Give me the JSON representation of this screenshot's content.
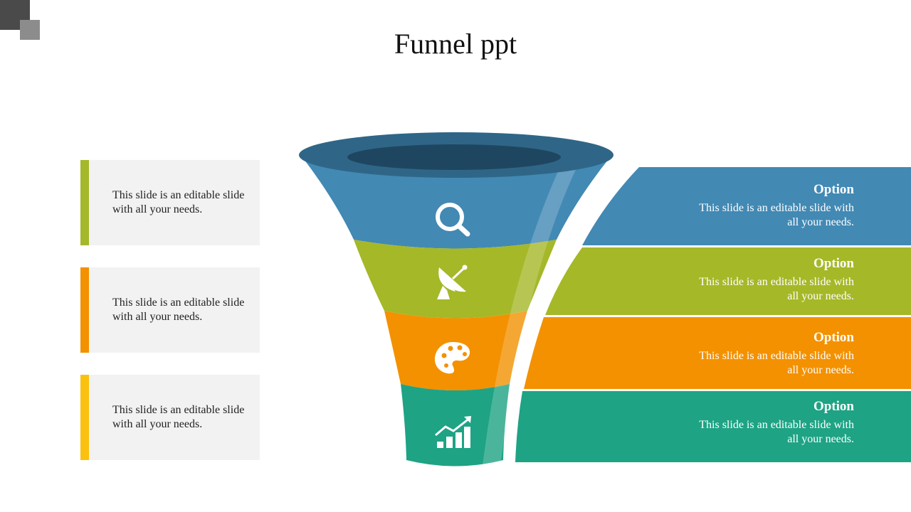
{
  "title": "Funnel ppt",
  "left_cards": [
    {
      "text": "This slide is an editable slide with all your needs.",
      "accent": "#a5b82a"
    },
    {
      "text": "This slide is an editable slide with all your needs.",
      "accent": "#f39100"
    },
    {
      "text": "This slide is an editable slide with all your needs.",
      "accent": "#fbc10f"
    }
  ],
  "options": [
    {
      "label": "Option",
      "text": "This slide is an editable slide with all your needs.",
      "color": "#4289b4",
      "icon": "search-icon"
    },
    {
      "label": "Option",
      "text": "This slide is an editable slide with all your needs.",
      "color": "#a5b828",
      "icon": "satellite-dish-icon"
    },
    {
      "label": "Option",
      "text": "This slide is an editable slide with all your needs.",
      "color": "#f39100",
      "icon": "palette-icon"
    },
    {
      "label": "Option",
      "text": "This slide is an editable slide with all your needs.",
      "color": "#1ea384",
      "icon": "growth-chart-icon"
    }
  ],
  "funnel_rim_color": "#2f6687",
  "funnel_inner_color": "#1f4660"
}
